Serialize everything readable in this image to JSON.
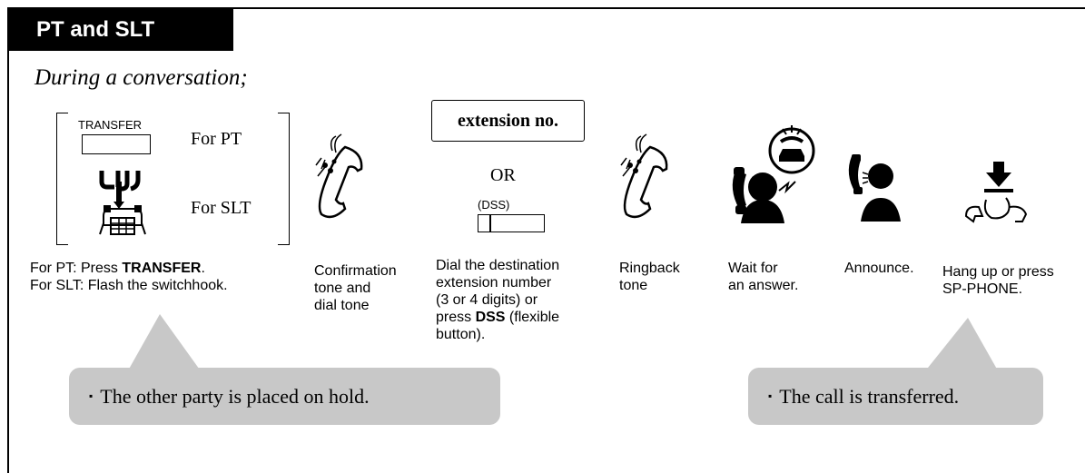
{
  "title": "PT and SLT",
  "subtitle": "During a conversation;",
  "step1": {
    "transfer_key_label": "TRANSFER",
    "for_pt": "For PT",
    "for_slt": "For SLT",
    "desc_line1_prefix": "For PT: Press ",
    "desc_line1_bold": "TRANSFER",
    "desc_line1_suffix": ".",
    "desc_line2": "For SLT: Flash the switchhook."
  },
  "step2": {
    "lines": [
      "Confirmation",
      "tone and",
      "dial tone"
    ]
  },
  "step3": {
    "ext_label": "extension no.",
    "or": "OR",
    "dss_key_label": "(DSS)",
    "lines": [
      "Dial the destination",
      "extension number",
      "(3 or 4 digits) or"
    ],
    "line4_prefix": "press ",
    "line4_bold": "DSS",
    "line4_suffix": " (flexible",
    "line5": "button)."
  },
  "step4": {
    "lines": [
      "Ringback",
      "tone"
    ]
  },
  "step5": {
    "lines": [
      "Wait for",
      "an answer."
    ]
  },
  "step6": {
    "text": "Announce."
  },
  "step7": {
    "lines": [
      "Hang up or press",
      "SP-PHONE."
    ]
  },
  "notes": {
    "hold": "The other party is placed on hold.",
    "transferred": "The call is transferred."
  },
  "colors": {
    "tab": "#000000",
    "bubble": "#c8c8c8"
  },
  "icons": [
    "handset-tone-icon",
    "hook-flash-icon",
    "listener-icon",
    "speaker-icon",
    "hang-up-icon"
  ]
}
